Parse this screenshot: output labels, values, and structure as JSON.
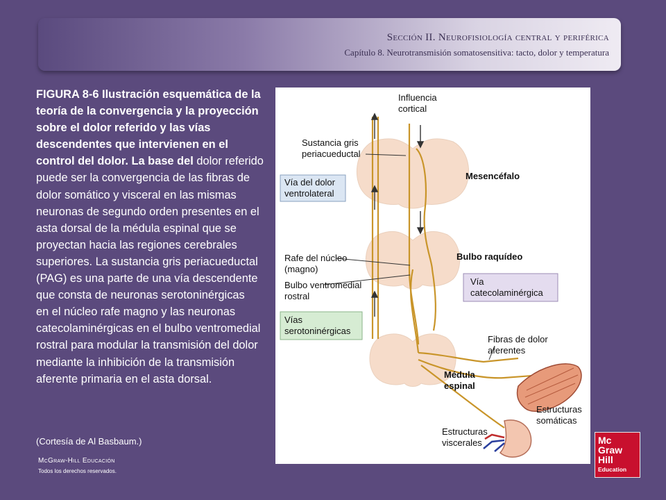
{
  "header": {
    "section": "Sección II.  Neurofisiología central y periférica",
    "chapter": "Capítulo 8.  Neurotransmisión somatosensitiva: tacto, dolor y temperatura"
  },
  "caption": {
    "bold": "FIGURA 8-6 Ilustración esquemática de la teoría de la convergencia y la proyección sobre el dolor referido y las vías descendentes que intervienen en el control del dolor. La base del",
    "body": "dolor referido puede ser la convergencia de las fibras de dolor somático y visceral en las mismas neuronas de segundo orden presentes en el asta dorsal de la médula espinal que se proyectan hacia las regiones cerebrales superiores. La sustancia gris periacueductal (PAG) es una parte de una vía descendente que consta de neuronas serotoninérgicas",
    "body2": "en el núcleo rafe magno y las neuronas catecolaminérgicas en el bulbo ventromedial rostral para modular la transmisión del dolor mediante la inhibición de la transmisión aferente primaria en el asta dorsal.",
    "courtesy": "(Cortesía de Al Basbaum.)"
  },
  "figure": {
    "cortical_1": "Influencia",
    "cortical_2": "cortical",
    "pag_1": "Sustancia gris",
    "pag_2": "periacueductal",
    "mesencephalon": "Mesencéfalo",
    "ventrolateral_1": "Vía del dolor",
    "ventrolateral_2": "ventrolateral",
    "raphe_1": "Rafe del núcleo",
    "raphe_2": "(magno)",
    "medulla": "Bulbo raquídeo",
    "rostral_1": "Bulbo ventromedial",
    "rostral_2": "rostral",
    "catechol_1": "Vía",
    "catechol_2": "catecolaminérgica",
    "sero_1": "Vías",
    "sero_2": "serotoninérgicas",
    "fibers_1": "Fibras de dolor",
    "fibers_2": "aferentes",
    "spinal_1": "Médula",
    "spinal_2": "espinal",
    "somatic_1": "Estructuras",
    "somatic_2": "somáticas",
    "visceral_1": "Estructuras",
    "visceral_2": "viscerales"
  },
  "colors": {
    "background": "#5b4a7d",
    "tissue": "#f6dcca",
    "pathway": "#c9952a",
    "ventrolateral_box": "#dbe6f3",
    "catechol_box": "#e4dcef",
    "sero_box": "#d6ecd3",
    "logo_red": "#c8102e"
  },
  "footer": {
    "publisher": "McGraw-Hill Educación",
    "rights": "Todos los derechos reservados."
  },
  "logo": {
    "line1": "Mc",
    "line2": "Graw",
    "line3": "Hill",
    "line4": "Education"
  }
}
